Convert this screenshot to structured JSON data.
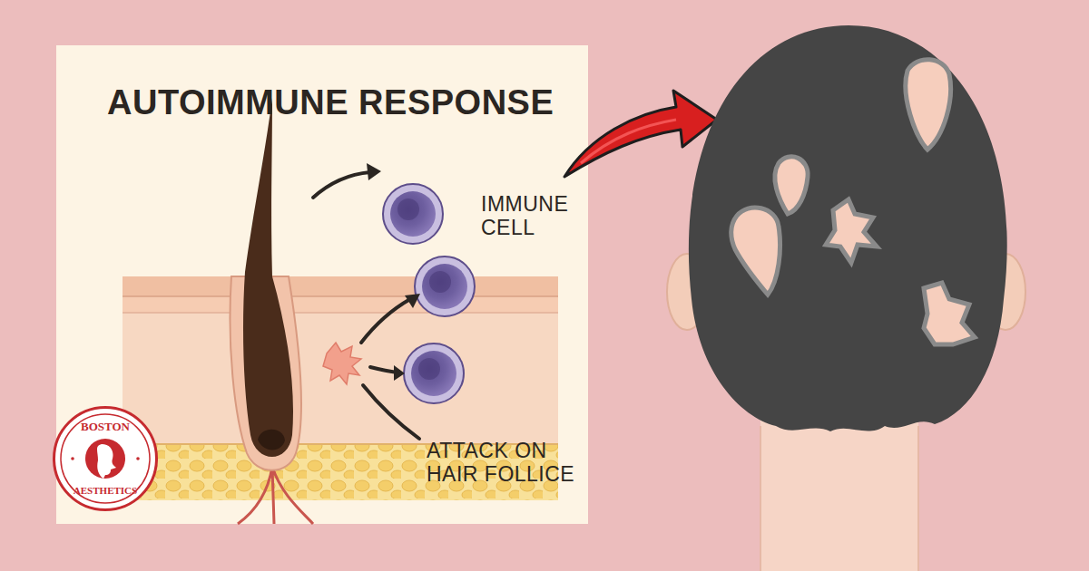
{
  "diagram": {
    "title": "AUTOIMMUNE RESPONSE",
    "nodes": [
      {
        "text": [
          "BOSTON",
          "AESTHETICS"
        ]
      }
    ],
    "labels": [
      "IMMUNE CELL",
      "ATTACK ON HAIR FOLLICE"
    ]
  }
}
